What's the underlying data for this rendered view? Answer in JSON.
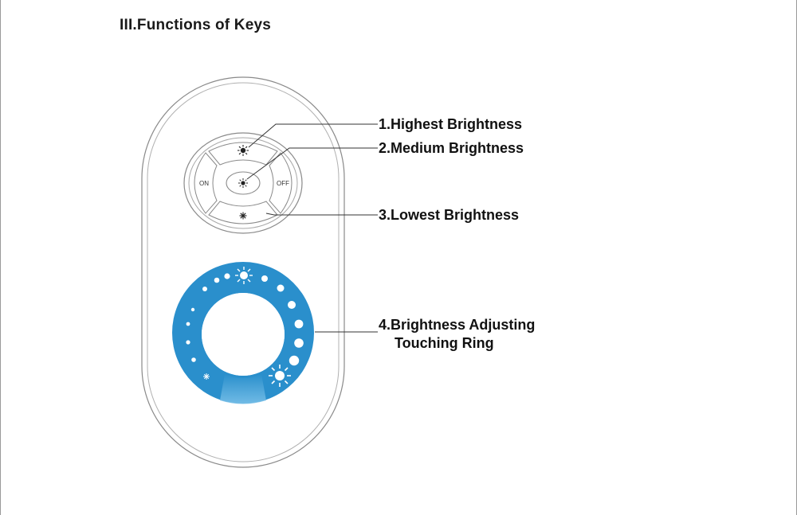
{
  "title": "III.Functions of Keys",
  "keypad": {
    "on_label": "ON",
    "off_label": "OFF"
  },
  "callouts": {
    "highest": "1.Highest Brightness",
    "medium": "2.Medium Brightness",
    "lowest": "3.Lowest Brightness",
    "ring_line1": "4.Brightness Adjusting",
    "ring_line2": "Touching Ring"
  },
  "icons": {
    "highest": "sun-large-icon",
    "medium": "sun-medium-icon",
    "lowest": "sun-small-icon"
  },
  "colors": {
    "ring": "#2a8fcc",
    "ring_light": "#7ec3ea",
    "outline": "#8a8a8a",
    "text": "#111111"
  }
}
